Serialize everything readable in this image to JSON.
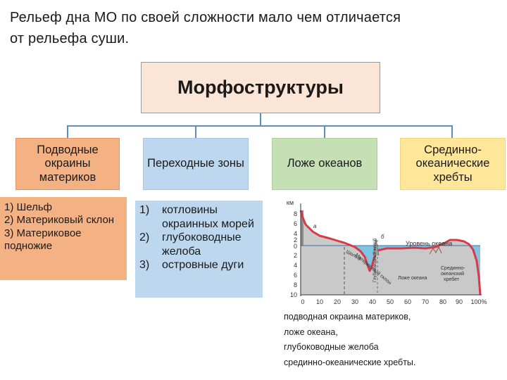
{
  "title": {
    "line1": "Рельеф дна МО по своей сложности мало чем отличается",
    "line2": "от рельефа суши."
  },
  "main": {
    "label": "Морфоструктуры"
  },
  "colors": {
    "main_fill": "#fbe5d6",
    "connector": "#5b8fc7",
    "margins": "#f4b183",
    "transition": "#bdd7ee",
    "floor": "#c5e0b4",
    "ridges": "#ffe699",
    "profile_line": "#d93a4a"
  },
  "categories": [
    {
      "label": "Подводные окраины материков"
    },
    {
      "label": "Переходные зоны"
    },
    {
      "label": "Ложе океанов"
    },
    {
      "label": "Срединно-океанические хребты"
    }
  ],
  "margin_parts": [
    "1) Шельф",
    "2) Материковый склон",
    "3) Материковое подножие"
  ],
  "transition_parts": [
    {
      "num": "1)",
      "text": "котловины окраинных морей"
    },
    {
      "num": "2)",
      "text": "глубоководные желоба"
    },
    {
      "num": "3)",
      "text": "островные дуги"
    }
  ],
  "profile": {
    "unit_label": "км",
    "y_ticks": [
      "8",
      "6",
      "4",
      "2",
      "0",
      "2",
      "4",
      "6",
      "8",
      "10"
    ],
    "x_ticks": [
      "0",
      "10",
      "20",
      "30",
      "40",
      "50",
      "60",
      "70",
      "80",
      "90",
      "100%"
    ],
    "sea_level_label": "Уровень океана",
    "annotations": {
      "shelf": "Шельф",
      "slope": "Материковый склон",
      "trench": "Глубоководный желоб",
      "floor": "Ложе океана",
      "ridge_line1": "Срединно-",
      "ridge_line2": "океанский",
      "ridge_line3": "хребет",
      "point_a": "а",
      "point_b": "б"
    }
  },
  "caption": [
    "подводная окраина материков,",
    "ложе океана,",
    "глубоководные желоба",
    "срединно-океанические хребты."
  ]
}
